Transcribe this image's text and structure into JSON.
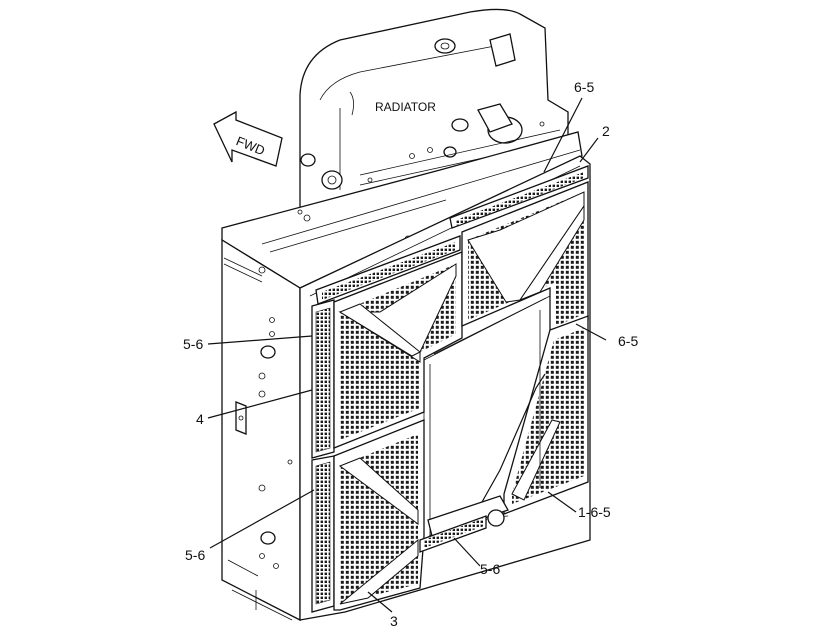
{
  "diagram": {
    "title_label": "RADIATOR",
    "direction_label": "FWD",
    "callouts": {
      "c_6_5_top": "6-5",
      "c_2": "2",
      "c_5_6_upper": "5-6",
      "c_6_5_right": "6-5",
      "c_4": "4",
      "c_1_6_5": "1-6-5",
      "c_5_6_lower": "5-6",
      "c_5_6_bottom": "5-6",
      "c_3": "3"
    }
  }
}
